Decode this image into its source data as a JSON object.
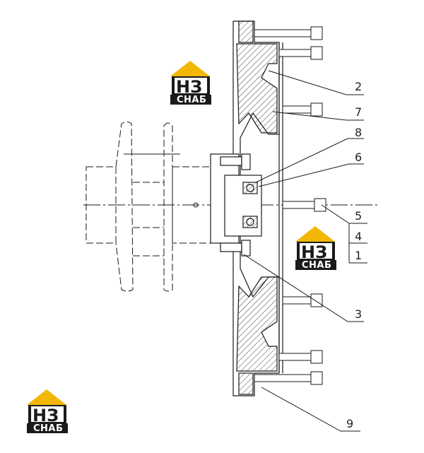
{
  "callouts": [
    {
      "id": "2",
      "label": "2"
    },
    {
      "id": "7",
      "label": "7"
    },
    {
      "id": "8",
      "label": "8"
    },
    {
      "id": "6",
      "label": "6"
    },
    {
      "id": "5",
      "label": "5"
    },
    {
      "id": "4",
      "label": "4"
    },
    {
      "id": "1",
      "label": "1"
    },
    {
      "id": "3",
      "label": "3"
    },
    {
      "id": "9",
      "label": "9"
    }
  ],
  "watermark": {
    "monogram": "НЗ",
    "text": "СНАБ",
    "colors": {
      "roof": "#f2b705",
      "dark": "#1a1a1a",
      "text": "#ffffff"
    }
  },
  "colors": {
    "line": "#1a1a1a",
    "hatch": "#444444"
  }
}
